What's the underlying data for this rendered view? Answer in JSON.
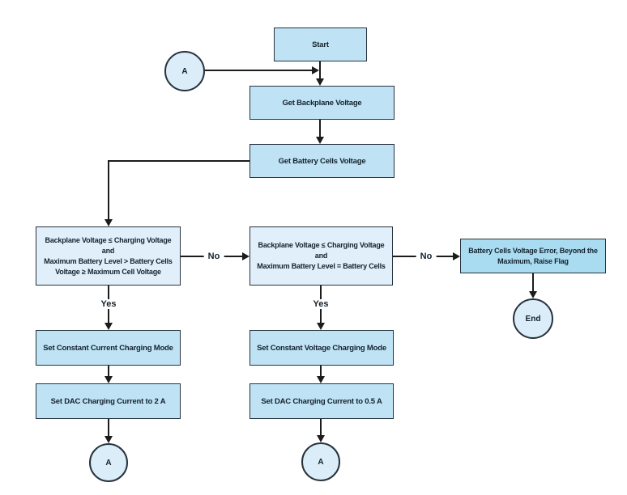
{
  "colors": {
    "background": "#ffffff",
    "process_fill": "#bfe3f5",
    "decision_fill": "#e1effa",
    "error_fill": "#aadcf1",
    "terminal_fill": "#daedf8",
    "border": "#27323c",
    "line": "#1c1c1c",
    "text": "#14222e"
  },
  "nodes": {
    "connector_a_top": {
      "label": "A"
    },
    "start": {
      "label": "Start"
    },
    "get_backplane_voltage": {
      "label": "Get Backplane Voltage"
    },
    "get_battery_cells_voltage": {
      "label": "Get Battery Cells Voltage"
    },
    "decision_constant_current": {
      "label": "Backplane Voltage ≤ Charging Voltage\nand\nMaximum Battery Level > Battery Cells\nVoltage ≥ Maximum Cell Voltage"
    },
    "decision_constant_voltage": {
      "label": "Backplane Voltage ≤ Charging Voltage\nand\nMaximum Battery Level = Battery Cells"
    },
    "error_flag": {
      "label": "Battery Cells Voltage Error, Beyond the Maximum, Raise Flag"
    },
    "set_constant_current_mode": {
      "label": "Set Constant Current Charging Mode"
    },
    "set_dac_2a": {
      "label": "Set DAC Charging Current to 2 A"
    },
    "set_constant_voltage_mode": {
      "label": "Set Constant Voltage Charging Mode"
    },
    "set_dac_05a": {
      "label": "Set DAC Charging Current to 0.5 A"
    },
    "connector_a_left": {
      "label": "A"
    },
    "connector_a_mid": {
      "label": "A"
    },
    "end": {
      "label": "End"
    }
  },
  "edge_labels": {
    "no_1": "No",
    "no_2": "No",
    "yes_1": "Yes",
    "yes_2": "Yes"
  }
}
